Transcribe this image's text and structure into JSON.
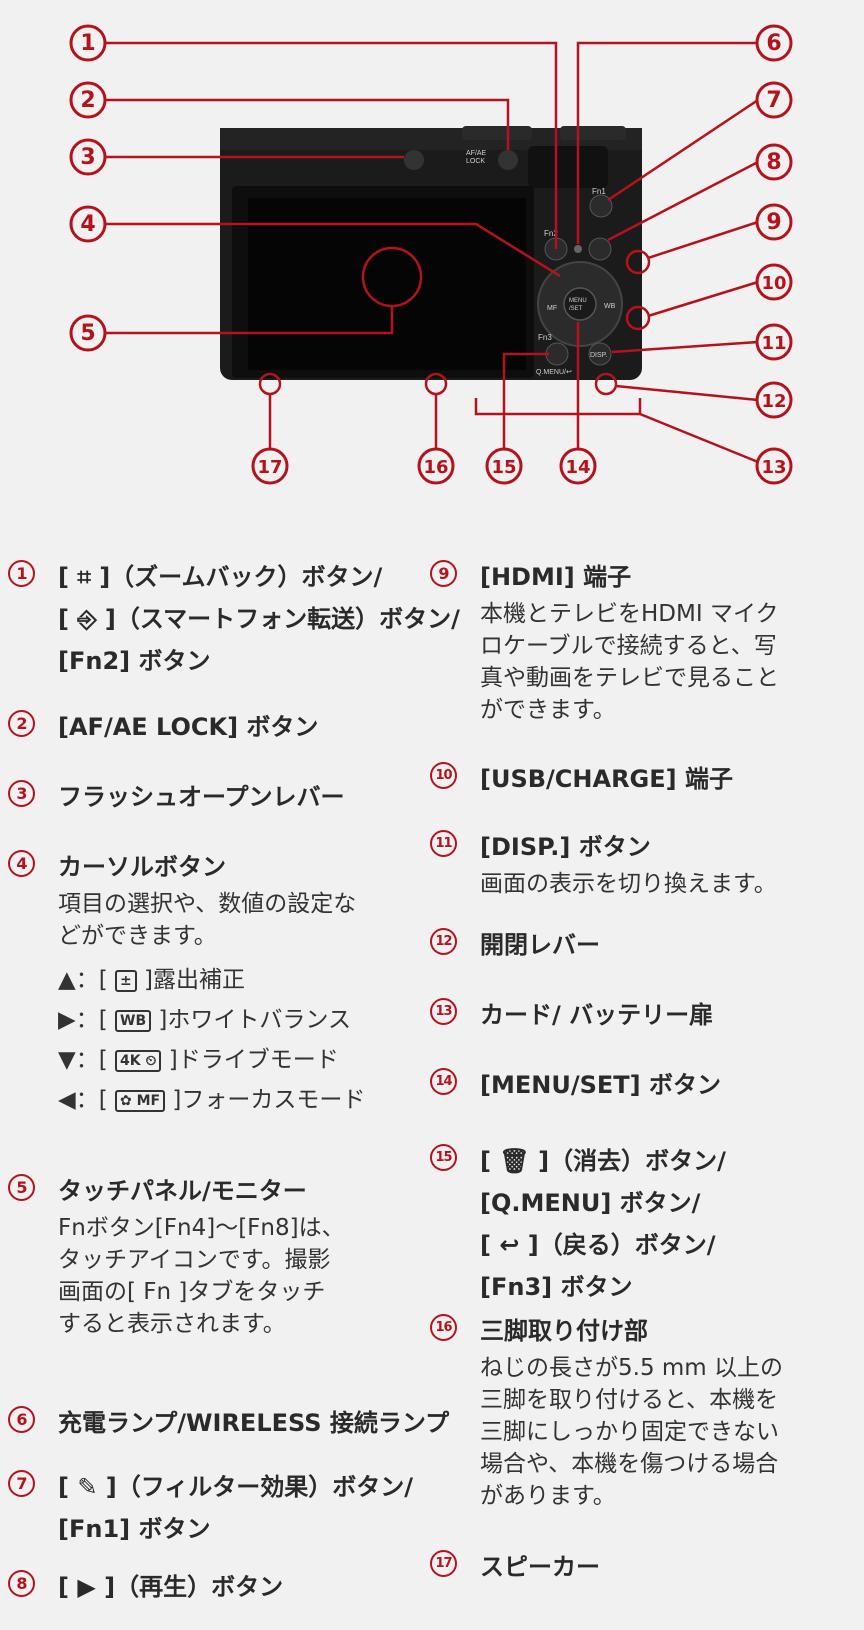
{
  "callouts": [
    "1",
    "2",
    "3",
    "4",
    "5",
    "6",
    "7",
    "8",
    "9",
    "10",
    "11",
    "12",
    "13",
    "14",
    "15",
    "16",
    "17"
  ],
  "camera_labels": {
    "af_ae_lock": "AF/AE\nLOCK",
    "fn1": "Fn1",
    "fn2": "Fn2",
    "fn3": "Fn3",
    "menu_set": "MENU\n/SET",
    "disp": "DISP.",
    "qmenu": "Q.MENU/↩",
    "wb": "WB",
    "mf": "MF"
  },
  "items": [
    {
      "num": "1",
      "lines": [
        "[ ⌗ ]（ズームバック）ボタン/",
        "[ ⎆ ]（スマートフォン転送）ボタン/",
        "[Fn2] ボタン"
      ],
      "desc": []
    },
    {
      "num": "2",
      "lines": [
        "[AF/AE LOCK] ボタン"
      ],
      "desc": []
    },
    {
      "num": "3",
      "lines": [
        "フラッシュオープンレバー"
      ],
      "desc": []
    },
    {
      "num": "4",
      "lines": [
        "カーソルボタン"
      ],
      "desc": [
        "項目の選択や、数値の設定な",
        "どができます。"
      ]
    },
    {
      "num": "5",
      "lines": [
        "タッチパネル/モニター"
      ],
      "desc": [
        "Fnボタン[Fn4]～[Fn8]は、",
        "タッチアイコンです。撮影",
        "画面の[ Fn ]タブをタッチ",
        "すると表示されます。"
      ]
    },
    {
      "num": "6",
      "lines": [
        "充電ランプ/WIRELESS 接続ランプ"
      ],
      "desc": []
    },
    {
      "num": "7",
      "lines": [
        "[ ✎ ]（フィルター効果）ボタン/",
        "[Fn1] ボタン"
      ],
      "desc": []
    },
    {
      "num": "8",
      "lines": [
        "[ ▶ ]（再生）ボタン"
      ],
      "desc": []
    },
    {
      "num": "9",
      "lines": [
        "[HDMI] 端子"
      ],
      "desc": [
        "本機とテレビをHDMI マイク",
        "ロケーブルで接続すると、写",
        "真や動画をテレビで見ること",
        "ができます。"
      ]
    },
    {
      "num": "10",
      "lines": [
        "[USB/CHARGE] 端子"
      ],
      "desc": []
    },
    {
      "num": "11",
      "lines": [
        "[DISP.] ボタン"
      ],
      "desc": [
        "画面の表示を切り換えます。"
      ]
    },
    {
      "num": "12",
      "lines": [
        "開閉レバー"
      ],
      "desc": []
    },
    {
      "num": "13",
      "lines": [
        "カード/ バッテリー扉"
      ],
      "desc": []
    },
    {
      "num": "14",
      "lines": [
        "[MENU/SET] ボタン"
      ],
      "desc": []
    },
    {
      "num": "15",
      "lines": [
        "[ 🗑 ]（消去）ボタン/",
        "[Q.MENU] ボタン/",
        "[ ↩ ]（戻る）ボタン/",
        "[Fn3] ボタン"
      ],
      "desc": []
    },
    {
      "num": "16",
      "lines": [
        "三脚取り付け部"
      ],
      "desc": [
        "ねじの長さが5.5 mm 以上の",
        "三脚を取り付けると、本機を",
        "三脚にしっかり固定できない",
        "場合や、本機を傷つける場合",
        "があります。"
      ]
    },
    {
      "num": "17",
      "lines": [
        "スピーカー"
      ],
      "desc": []
    }
  ],
  "cursor_keys": [
    {
      "arrow": "▲：",
      "icon": "±",
      "label": "露出補正"
    },
    {
      "arrow": "▶：",
      "icon": "WB",
      "label": "ホワイトバランス"
    },
    {
      "arrow": "▼：",
      "icon": "4K ⏲",
      "label": "ドライブモード"
    },
    {
      "arrow": "◀：",
      "icon": "✿ MF",
      "label": "フォーカスモード"
    }
  ],
  "colors": {
    "accent": "#b5121b",
    "camera_body": "#1c1c1c",
    "background": "#f1f1f1"
  }
}
